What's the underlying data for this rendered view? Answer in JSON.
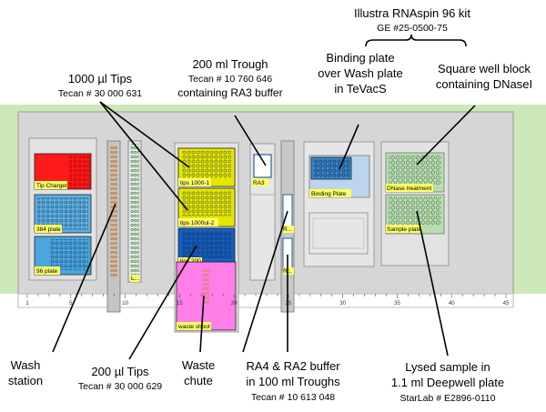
{
  "annotations": {
    "kit_title": "Illustra RNAspin 96 kit",
    "kit_number": "GE #25-0500-75",
    "tips1000_title": "1000 µl Tips",
    "tips1000_number": "Tecan # 30 000 631",
    "trough_title": "200 ml Trough",
    "trough_number": "Tecan # 10 760 646",
    "trough_content": "containing RA3 buffer",
    "binding_line1": "Binding plate",
    "binding_line2": "over Wash plate",
    "binding_line3": "in TeVacS",
    "square_line1": "Square well block",
    "square_line2": "containing DNaseI",
    "wash_line1": "Wash",
    "wash_line2": "station",
    "tips200_title": "200 µl Tips",
    "tips200_number": "Tecan # 30 000 629",
    "waste_line1": "Waste",
    "waste_line2": "chute",
    "ra_line1": "RA4 & RA2 buffer",
    "ra_line2": "in 100 ml Troughs",
    "ra_number": "Tecan # 10 613 048",
    "lysed_line1": "Lysed sample in",
    "lysed_line2": "1.1 ml Deepwell plate",
    "lysed_number": "StarLab # E2896-0110"
  },
  "slots": {
    "tip_charger": "Tip Charger",
    "plate_384": "384 plate",
    "plate_96": "96 plate",
    "small_label": "L...",
    "tips_1000_1": "tips 1000-1",
    "tips_1000_2": "tips 1000ul-2",
    "tips_200": "tips 200",
    "waste_shoot": "waste shoot",
    "ra3": "RA3",
    "r_top": "R...",
    "r_bottom": "R...",
    "binding_plate": "Binding Plate",
    "dnase": "DNase treatment",
    "sample_plate": "Sample plate"
  },
  "ruler": [
    "1",
    "5",
    "10",
    "15",
    "20",
    "25",
    "30",
    "35",
    "40",
    "45"
  ],
  "colors": {
    "deck_outer": "#cde8b8",
    "deck_inner": "#d4d4d4",
    "tip_charger": "#ff0000",
    "plate_blue": "#4aa6dc",
    "yellow": "#e6e600",
    "dark_blue": "#1560c0",
    "waste_pink": "#ff7ee8",
    "label_yellow": "#ffff66",
    "green_plate": "#b7dcb0"
  }
}
